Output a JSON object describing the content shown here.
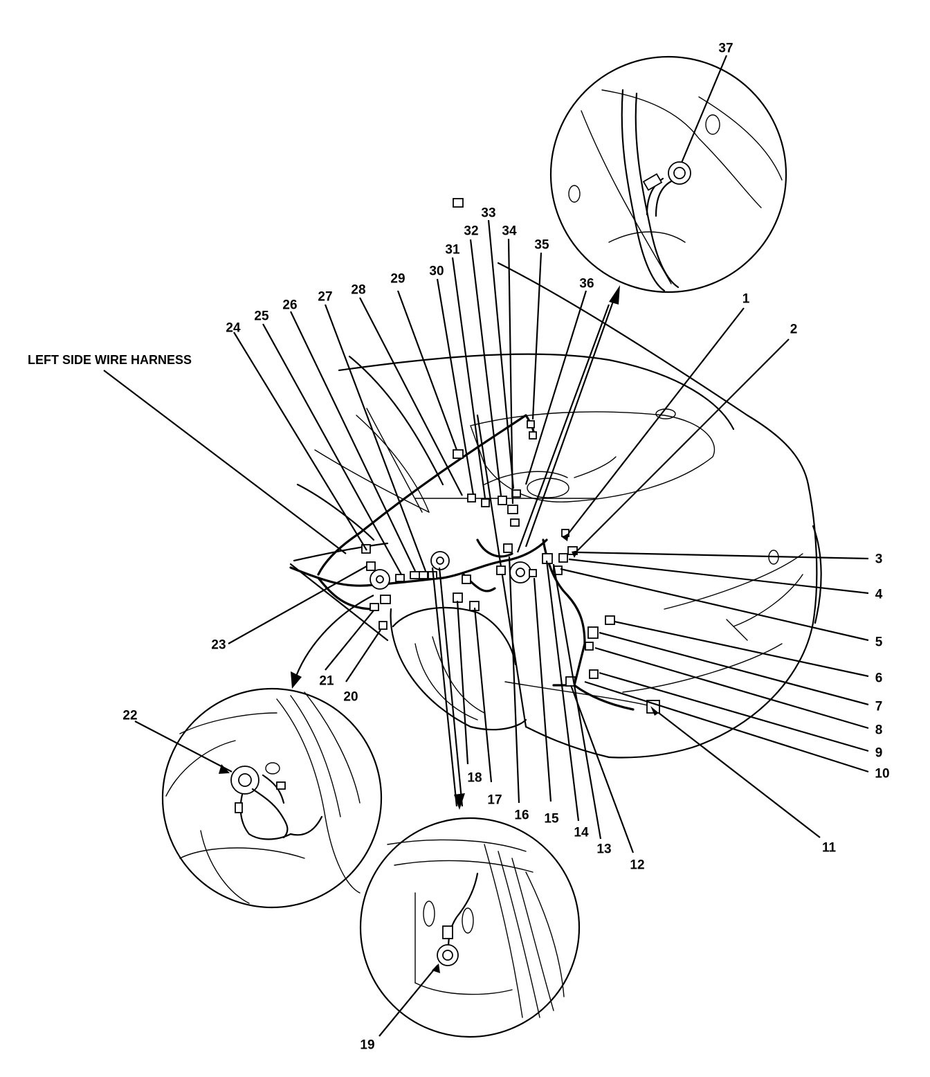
{
  "title": "LEFT SIDE WIRE HARNESS",
  "callouts": [
    "1",
    "2",
    "3",
    "4",
    "5",
    "6",
    "7",
    "8",
    "9",
    "10",
    "11",
    "12",
    "13",
    "14",
    "15",
    "16",
    "17",
    "18",
    "19",
    "20",
    "21",
    "22",
    "23",
    "24",
    "25",
    "26",
    "27",
    "28",
    "29",
    "30",
    "31",
    "32",
    "33",
    "34",
    "35",
    "36",
    "37"
  ],
  "detail_views": [
    {
      "id": "detail-37",
      "callout": "37"
    },
    {
      "id": "detail-22",
      "callout": "22"
    },
    {
      "id": "detail-19",
      "callout": "19"
    }
  ]
}
